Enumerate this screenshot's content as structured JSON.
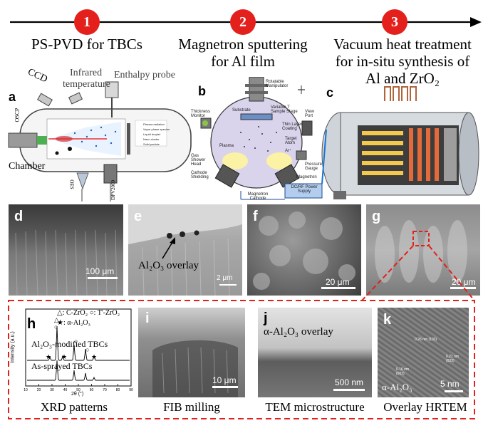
{
  "timeline": {
    "steps": [
      {
        "number": "1",
        "label_lines": [
          "PS-PVD for TBCs"
        ]
      },
      {
        "number": "2",
        "label_lines": [
          "Magnetron sputtering",
          "for Al film"
        ]
      },
      {
        "number": "3",
        "label_lines": [
          "Vacuum heat treatment",
          "for in-situ synthesis of",
          "Al and ZrO₂"
        ]
      }
    ],
    "colors": {
      "accent": "#e3201b",
      "arrow": "#000000"
    }
  },
  "panel_a": {
    "letter": "a",
    "labels": {
      "ccd": "CCD",
      "infrared": "Infrared",
      "temperature": "temperature",
      "enthalpy": "Enthalpy probe",
      "chamber": "Chamber",
      "oscp": "OSCP",
      "oes": "OES",
      "dpv": "DPV2000"
    },
    "legend": [
      "Plasma radiation",
      "Vapor phase species",
      "Liquid droplet",
      "Nano cluster",
      "Solid particle"
    ]
  },
  "panel_b": {
    "letter": "b",
    "labels": {
      "manipulator": "Rotatable Manipulator",
      "stage": "Variable T Sample Stage",
      "substrate": "Substrate",
      "thickness": "Thickness Monitor",
      "view_port": "View Port",
      "thin_layer": "Thin Layer Coating",
      "target_atom": "Target Atom",
      "plasma": "Plasma",
      "gas": "Gas Shower Head",
      "ar": "Ar⁺",
      "pressure": "Pressure Gauge",
      "cathode_shield": "Cathode Shielding",
      "magnetron": "Magnetron",
      "cathode": "Magnetron Cathode",
      "power": "DC/RF Power Supply"
    }
  },
  "panel_c": {
    "letter": "c"
  },
  "sem_panels": [
    {
      "letter": "d",
      "scale": "100 μm"
    },
    {
      "letter": "e",
      "scale": "2 μm",
      "annotation": "Al₂O₃ overlay"
    },
    {
      "letter": "f",
      "scale": "20 μm"
    },
    {
      "letter": "g",
      "scale": "20 μm"
    }
  ],
  "panel_h": {
    "letter": "h",
    "legend_line1": "△: C-ZrO₂   ○: T'-ZrO₂",
    "legend_line2": "★: α-Al₂O₃",
    "upper_label": "Al₂O₃-modified TBCs",
    "lower_label": "As-sprayed TBCs",
    "ylabel": "Intensity (a.u.)",
    "xlabel": "2θ (°)",
    "xticks": [
      "10",
      "20",
      "30",
      "40",
      "50",
      "60",
      "70",
      "80",
      "90"
    ]
  },
  "panel_i": {
    "letter": "i",
    "scale": "10 μm"
  },
  "panel_j": {
    "letter": "j",
    "annotation": "α-Al₂O₃ overlay",
    "scale": "500 nm"
  },
  "panel_k": {
    "letter": "k",
    "annotation": "α-Al₂O₃",
    "scale": "5 nm",
    "spacings": [
      "0.26 nm (103)",
      "0.21 nm (003)",
      "0.16 nm (002)"
    ]
  },
  "captions": [
    "XRD patterns",
    "FIB milling",
    "TEM microstructure",
    "Overlay HRTEM"
  ]
}
